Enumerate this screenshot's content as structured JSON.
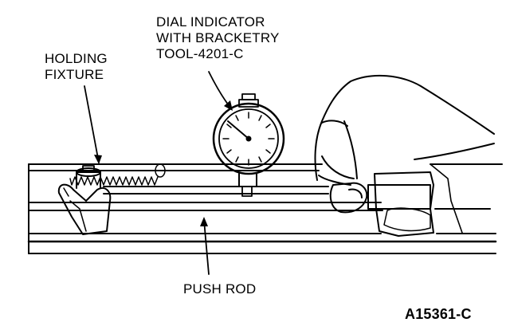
{
  "colors": {
    "ink": "#000000",
    "paper": "#ffffff"
  },
  "labels": {
    "holding_fixture": [
      "HOLDING",
      "FIXTURE"
    ],
    "dial_indicator": [
      "DIAL INDICATOR",
      "WITH BRACKETRY",
      "TOOL-4201-C"
    ],
    "push_rod": "PUSH ROD",
    "figure_id": "A15361-C"
  }
}
